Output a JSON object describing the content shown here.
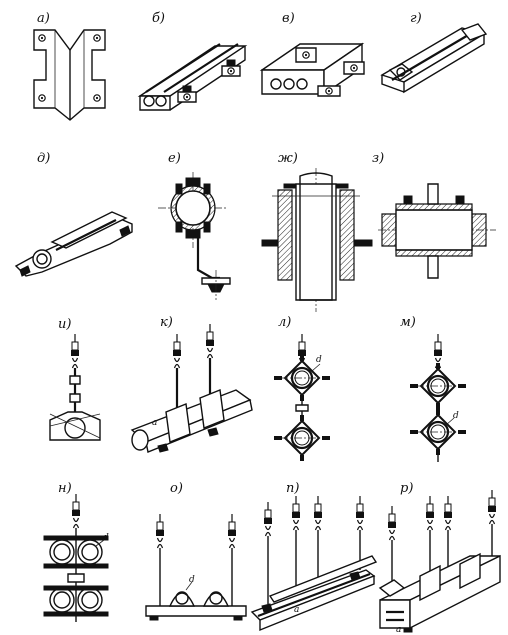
{
  "figure": {
    "panels": [
      {
        "key": "a",
        "label": "а)"
      },
      {
        "key": "b",
        "label": "б)"
      },
      {
        "key": "v",
        "label": "в)"
      },
      {
        "key": "g",
        "label": "г)"
      },
      {
        "key": "d",
        "label": "д)"
      },
      {
        "key": "e",
        "label": "е)"
      },
      {
        "key": "zh",
        "label": "ж)"
      },
      {
        "key": "z",
        "label": "з)"
      },
      {
        "key": "i",
        "label": "и)"
      },
      {
        "key": "k",
        "label": "к)"
      },
      {
        "key": "l",
        "label": "л)"
      },
      {
        "key": "m",
        "label": "м)"
      },
      {
        "key": "n",
        "label": "н)"
      },
      {
        "key": "o",
        "label": "о)"
      },
      {
        "key": "p",
        "label": "п)"
      },
      {
        "key": "r",
        "label": "р)"
      }
    ],
    "dimension_label": "d",
    "dimension_label_alt": "а"
  }
}
